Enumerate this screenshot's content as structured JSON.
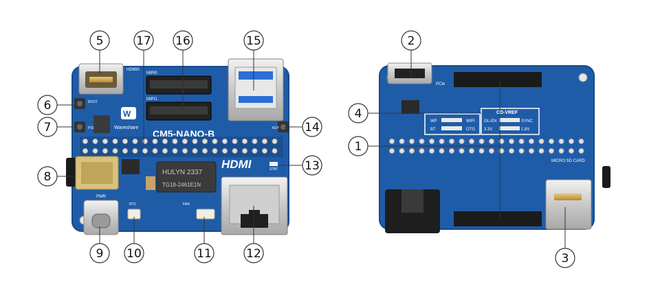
{
  "callouts": [
    "1",
    "2",
    "3",
    "4",
    "5",
    "6",
    "7",
    "8",
    "9",
    "10",
    "11",
    "12",
    "13",
    "14",
    "15",
    "16",
    "17"
  ],
  "front": {
    "model": "CM5-NANO-B",
    "brand": "Waveshare",
    "hdmi_logo": "HDMI",
    "hdmi0": "HDMI0",
    "mipi0": "MIPI0",
    "mipi1": "MIPI1",
    "boot": "BOOT",
    "psw": "PSW",
    "pwr": "PWR",
    "rtc": "RTC",
    "fan": "FAN",
    "key": "KEY",
    "stat": "STAT",
    "transformer_l1": "HULYN 2337",
    "transformer_l2": "TG18-2461E1N"
  },
  "back": {
    "pcie": "PCIe",
    "micro_sd": "MICRO SD CARD",
    "cd_vref": "CD-VREF",
    "gl_en": "GL-EN",
    "sync": "SYNC",
    "v33": "3.3V",
    "v18": "1.8V",
    "wp": "WP",
    "bt": "BT",
    "wifi": "WIFI",
    "otg": "OTG"
  },
  "colors": {
    "board": "#1f5ca8",
    "board_dark": "#174a8c",
    "silk": "#ffffff",
    "pad": "#d8d8d8"
  }
}
